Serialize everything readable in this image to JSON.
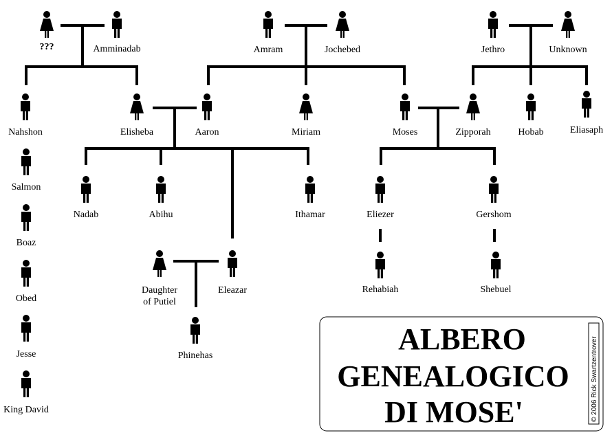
{
  "people": [
    {
      "id": "unknown-wife",
      "label": "???",
      "gender": "female"
    },
    {
      "id": "amminadab",
      "label": "Amminadab",
      "gender": "male"
    },
    {
      "id": "amram",
      "label": "Amram",
      "gender": "male"
    },
    {
      "id": "jochebed",
      "label": "Jochebed",
      "gender": "female"
    },
    {
      "id": "jethro",
      "label": "Jethro",
      "gender": "male"
    },
    {
      "id": "unknown",
      "label": "Unknown",
      "gender": "female"
    },
    {
      "id": "nahshon",
      "label": "Nahshon",
      "gender": "male"
    },
    {
      "id": "elisheba",
      "label": "Elisheba",
      "gender": "female"
    },
    {
      "id": "aaron",
      "label": "Aaron",
      "gender": "male"
    },
    {
      "id": "miriam",
      "label": "Miriam",
      "gender": "female"
    },
    {
      "id": "moses",
      "label": "Moses",
      "gender": "male"
    },
    {
      "id": "zipporah",
      "label": "Zipporah",
      "gender": "female"
    },
    {
      "id": "hobab",
      "label": "Hobab",
      "gender": "male"
    },
    {
      "id": "eliasaph",
      "label": "Eliasaph",
      "gender": "male"
    },
    {
      "id": "salmon",
      "label": "Salmon",
      "gender": "male"
    },
    {
      "id": "nadab",
      "label": "Nadab",
      "gender": "male"
    },
    {
      "id": "abihu",
      "label": "Abihu",
      "gender": "male"
    },
    {
      "id": "ithamar",
      "label": "Ithamar",
      "gender": "male"
    },
    {
      "id": "eliezer",
      "label": "Eliezer",
      "gender": "male"
    },
    {
      "id": "gershom",
      "label": "Gershom",
      "gender": "male"
    },
    {
      "id": "boaz",
      "label": "Boaz",
      "gender": "male"
    },
    {
      "id": "daughter-of-putiel",
      "label": "Daughter of Putiel",
      "label_lines": [
        "Daughter",
        "of Putiel"
      ],
      "gender": "female"
    },
    {
      "id": "eleazar",
      "label": "Eleazar",
      "gender": "male"
    },
    {
      "id": "rehabiah",
      "label": "Rehabiah",
      "gender": "male"
    },
    {
      "id": "shebuel",
      "label": "Shebuel",
      "gender": "male"
    },
    {
      "id": "obed",
      "label": "Obed",
      "gender": "male"
    },
    {
      "id": "jesse",
      "label": "Jesse",
      "gender": "male"
    },
    {
      "id": "phinehas",
      "label": "Phinehas",
      "gender": "male"
    },
    {
      "id": "king-david",
      "label": "King David",
      "gender": "male"
    }
  ],
  "title": {
    "lines": [
      "ALBERO",
      "GENEALOGICO",
      "DI MOSE'"
    ]
  },
  "copyright": "© 2006 Rick Swartzentrover",
  "colors": {
    "ink": "#000000",
    "background": "#ffffff"
  }
}
